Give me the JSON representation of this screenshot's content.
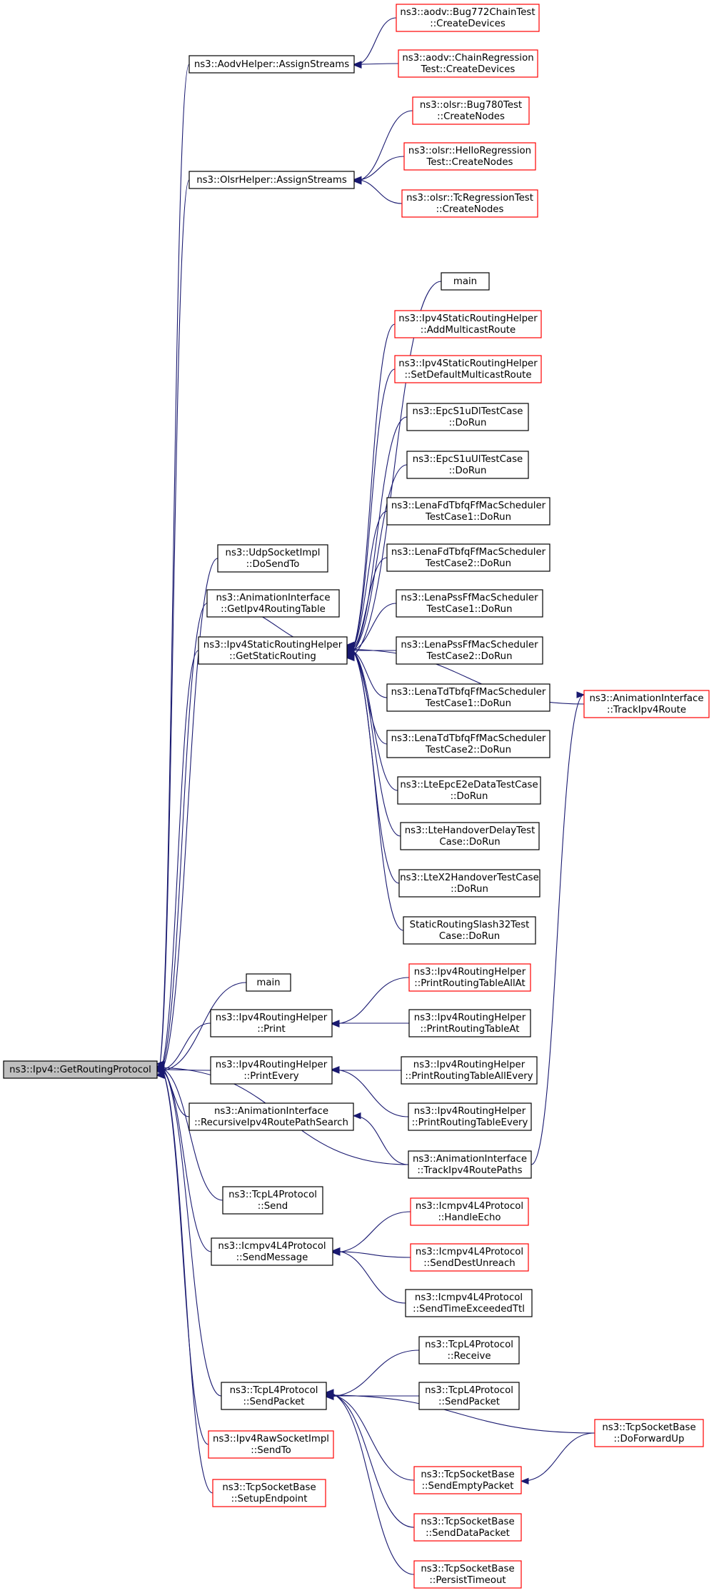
{
  "diagram": {
    "root": {
      "id": "root",
      "lines": [
        "ns3::Ipv4::GetRoutingProtocol"
      ],
      "style": "root"
    },
    "nodes": [
      {
        "id": "aodv_assign",
        "lines": [
          "ns3::AodvHelper::AssignStreams"
        ],
        "style": "black"
      },
      {
        "id": "aodv_bug772",
        "lines": [
          "ns3::aodv::Bug772ChainTest",
          "::CreateDevices"
        ],
        "style": "red"
      },
      {
        "id": "aodv_chainreg",
        "lines": [
          "ns3::aodv::ChainRegression",
          "Test::CreateDevices"
        ],
        "style": "red"
      },
      {
        "id": "olsr_assign",
        "lines": [
          "ns3::OlsrHelper::AssignStreams"
        ],
        "style": "black"
      },
      {
        "id": "olsr_bug780",
        "lines": [
          "ns3::olsr::Bug780Test",
          "::CreateNodes"
        ],
        "style": "red"
      },
      {
        "id": "olsr_hello",
        "lines": [
          "ns3::olsr::HelloRegression",
          "Test::CreateNodes"
        ],
        "style": "red"
      },
      {
        "id": "olsr_tc",
        "lines": [
          "ns3::olsr::TcRegressionTest",
          "::CreateNodes"
        ],
        "style": "red"
      },
      {
        "id": "udp_dosendto",
        "lines": [
          "ns3::UdpSocketImpl",
          "::DoSendTo"
        ],
        "style": "black"
      },
      {
        "id": "anim_getipv4rt",
        "lines": [
          "ns3::AnimationInterface",
          "::GetIpv4RoutingTable"
        ],
        "style": "black"
      },
      {
        "id": "static_get",
        "lines": [
          "ns3::Ipv4StaticRoutingHelper",
          "::GetStaticRouting"
        ],
        "style": "black"
      },
      {
        "id": "main_top",
        "lines": [
          "main"
        ],
        "style": "black"
      },
      {
        "id": "static_addmc",
        "lines": [
          "ns3::Ipv4StaticRoutingHelper",
          "::AddMulticastRoute"
        ],
        "style": "red"
      },
      {
        "id": "static_setdefmc",
        "lines": [
          "ns3::Ipv4StaticRoutingHelper",
          "::SetDefaultMulticastRoute"
        ],
        "style": "red"
      },
      {
        "id": "epc_dl",
        "lines": [
          "ns3::EpcS1uDlTestCase",
          "::DoRun"
        ],
        "style": "black"
      },
      {
        "id": "epc_ul",
        "lines": [
          "ns3::EpcS1uUlTestCase",
          "::DoRun"
        ],
        "style": "black"
      },
      {
        "id": "lena_fdtb1",
        "lines": [
          "ns3::LenaFdTbfqFfMacScheduler",
          "TestCase1::DoRun"
        ],
        "style": "black"
      },
      {
        "id": "lena_fdtb2",
        "lines": [
          "ns3::LenaFdTbfqFfMacScheduler",
          "TestCase2::DoRun"
        ],
        "style": "black"
      },
      {
        "id": "lena_pss1",
        "lines": [
          "ns3::LenaPssFfMacScheduler",
          "TestCase1::DoRun"
        ],
        "style": "black"
      },
      {
        "id": "lena_pss2",
        "lines": [
          "ns3::LenaPssFfMacScheduler",
          "TestCase2::DoRun"
        ],
        "style": "black"
      },
      {
        "id": "lena_tdtb1",
        "lines": [
          "ns3::LenaTdTbfqFfMacScheduler",
          "TestCase1::DoRun"
        ],
        "style": "black"
      },
      {
        "id": "lena_tdtb2",
        "lines": [
          "ns3::LenaTdTbfqFfMacScheduler",
          "TestCase2::DoRun"
        ],
        "style": "black"
      },
      {
        "id": "lte_e2e",
        "lines": [
          "ns3::LteEpcE2eDataTestCase",
          "::DoRun"
        ],
        "style": "black"
      },
      {
        "id": "lte_handover",
        "lines": [
          "ns3::LteHandoverDelayTest",
          "Case::DoRun"
        ],
        "style": "black"
      },
      {
        "id": "lte_x2",
        "lines": [
          "ns3::LteX2HandoverTestCase",
          "::DoRun"
        ],
        "style": "black"
      },
      {
        "id": "static_slash32",
        "lines": [
          "StaticRoutingSlash32Test",
          "Case::DoRun"
        ],
        "style": "black"
      },
      {
        "id": "anim_trackipv4route",
        "lines": [
          "ns3::AnimationInterface",
          "::TrackIpv4Route"
        ],
        "style": "red"
      },
      {
        "id": "main_mid",
        "lines": [
          "main"
        ],
        "style": "black"
      },
      {
        "id": "rh_print",
        "lines": [
          "ns3::Ipv4RoutingHelper",
          "::Print"
        ],
        "style": "black"
      },
      {
        "id": "rh_prtallat",
        "lines": [
          "ns3::Ipv4RoutingHelper",
          "::PrintRoutingTableAllAt"
        ],
        "style": "red"
      },
      {
        "id": "rh_prtat",
        "lines": [
          "ns3::Ipv4RoutingHelper",
          "::PrintRoutingTableAt"
        ],
        "style": "black"
      },
      {
        "id": "rh_printevery",
        "lines": [
          "ns3::Ipv4RoutingHelper",
          "::PrintEvery"
        ],
        "style": "black"
      },
      {
        "id": "rh_prtallevery",
        "lines": [
          "ns3::Ipv4RoutingHelper",
          "::PrintRoutingTableAllEvery"
        ],
        "style": "black"
      },
      {
        "id": "rh_prtevery",
        "lines": [
          "ns3::Ipv4RoutingHelper",
          "::PrintRoutingTableEvery"
        ],
        "style": "black"
      },
      {
        "id": "anim_recursive",
        "lines": [
          "ns3::AnimationInterface",
          "::RecursiveIpv4RoutePathSearch"
        ],
        "style": "black"
      },
      {
        "id": "anim_trackpaths",
        "lines": [
          "ns3::AnimationInterface",
          "::TrackIpv4RoutePaths"
        ],
        "style": "black"
      },
      {
        "id": "tcp_send",
        "lines": [
          "ns3::TcpL4Protocol",
          "::Send"
        ],
        "style": "black"
      },
      {
        "id": "icmp_sendmsg",
        "lines": [
          "ns3::Icmpv4L4Protocol",
          "::SendMessage"
        ],
        "style": "black"
      },
      {
        "id": "icmp_echo",
        "lines": [
          "ns3::Icmpv4L4Protocol",
          "::HandleEcho"
        ],
        "style": "red"
      },
      {
        "id": "icmp_destunreach",
        "lines": [
          "ns3::Icmpv4L4Protocol",
          "::SendDestUnreach"
        ],
        "style": "red"
      },
      {
        "id": "icmp_timeexceeded",
        "lines": [
          "ns3::Icmpv4L4Protocol",
          "::SendTimeExceededTtl"
        ],
        "style": "black"
      },
      {
        "id": "tcp_sendpacket",
        "lines": [
          "ns3::TcpL4Protocol",
          "::SendPacket"
        ],
        "style": "black"
      },
      {
        "id": "tcp_receive",
        "lines": [
          "ns3::TcpL4Protocol",
          "::Receive"
        ],
        "style": "black"
      },
      {
        "id": "tcp_sendpacket2",
        "lines": [
          "ns3::TcpL4Protocol",
          "::SendPacket"
        ],
        "style": "black"
      },
      {
        "id": "tcpsb_forwardup",
        "lines": [
          "ns3::TcpSocketBase",
          "::DoForwardUp"
        ],
        "style": "red"
      },
      {
        "id": "tcpsb_emptypkt",
        "lines": [
          "ns3::TcpSocketBase",
          "::SendEmptyPacket"
        ],
        "style": "red"
      },
      {
        "id": "tcpsb_datapkt",
        "lines": [
          "ns3::TcpSocketBase",
          "::SendDataPacket"
        ],
        "style": "red"
      },
      {
        "id": "tcpsb_persist",
        "lines": [
          "ns3::TcpSocketBase",
          "::PersistTimeout"
        ],
        "style": "red"
      },
      {
        "id": "raw_sendto",
        "lines": [
          "ns3::Ipv4RawSocketImpl",
          "::SendTo"
        ],
        "style": "red"
      },
      {
        "id": "tcpsb_setup",
        "lines": [
          "ns3::TcpSocketBase",
          "::SetupEndpoint"
        ],
        "style": "red"
      }
    ],
    "edges": [
      [
        "aodv_bug772",
        "aodv_assign"
      ],
      [
        "aodv_chainreg",
        "aodv_assign"
      ],
      [
        "aodv_assign",
        "root"
      ],
      [
        "olsr_bug780",
        "olsr_assign"
      ],
      [
        "olsr_hello",
        "olsr_assign"
      ],
      [
        "olsr_tc",
        "olsr_assign"
      ],
      [
        "olsr_assign",
        "root"
      ],
      [
        "udp_dosendto",
        "root"
      ],
      [
        "anim_getipv4rt",
        "root"
      ],
      [
        "static_get",
        "anim_getipv4rt"
      ],
      [
        "static_get",
        "root"
      ],
      [
        "main_top",
        "static_get"
      ],
      [
        "static_addmc",
        "static_get"
      ],
      [
        "static_setdefmc",
        "static_get"
      ],
      [
        "epc_dl",
        "static_get"
      ],
      [
        "epc_ul",
        "static_get"
      ],
      [
        "lena_fdtb1",
        "static_get"
      ],
      [
        "lena_fdtb2",
        "static_get"
      ],
      [
        "lena_pss1",
        "static_get"
      ],
      [
        "lena_pss2",
        "static_get"
      ],
      [
        "lena_tdtb1",
        "static_get"
      ],
      [
        "lena_tdtb2",
        "static_get"
      ],
      [
        "lte_e2e",
        "static_get"
      ],
      [
        "lte_handover",
        "static_get"
      ],
      [
        "lte_x2",
        "static_get"
      ],
      [
        "static_slash32",
        "static_get"
      ],
      [
        "anim_trackipv4route",
        "static_get"
      ],
      [
        "main_mid",
        "root"
      ],
      [
        "rh_print",
        "root"
      ],
      [
        "rh_prtallat",
        "rh_print"
      ],
      [
        "rh_prtat",
        "rh_print"
      ],
      [
        "rh_printevery",
        "root"
      ],
      [
        "rh_prtallevery",
        "rh_printevery"
      ],
      [
        "rh_prtevery",
        "rh_printevery"
      ],
      [
        "anim_recursive",
        "root"
      ],
      [
        "anim_trackpaths",
        "anim_recursive"
      ],
      [
        "anim_trackpaths",
        "root"
      ],
      [
        "anim_trackpaths",
        "anim_trackipv4route"
      ],
      [
        "tcp_send",
        "root"
      ],
      [
        "icmp_sendmsg",
        "root"
      ],
      [
        "icmp_echo",
        "icmp_sendmsg"
      ],
      [
        "icmp_destunreach",
        "icmp_sendmsg"
      ],
      [
        "icmp_timeexceeded",
        "icmp_sendmsg"
      ],
      [
        "tcp_sendpacket",
        "root"
      ],
      [
        "tcp_receive",
        "tcp_sendpacket"
      ],
      [
        "tcp_sendpacket2",
        "tcp_sendpacket"
      ],
      [
        "tcpsb_forwardup",
        "tcp_sendpacket"
      ],
      [
        "tcpsb_emptypkt",
        "tcp_sendpacket"
      ],
      [
        "tcpsb_datapkt",
        "tcp_sendpacket"
      ],
      [
        "tcpsb_persist",
        "tcp_sendpacket"
      ],
      [
        "tcpsb_forwardup",
        "tcpsb_emptypkt"
      ],
      [
        "raw_sendto",
        "root"
      ],
      [
        "tcpsb_setup",
        "root"
      ]
    ]
  }
}
